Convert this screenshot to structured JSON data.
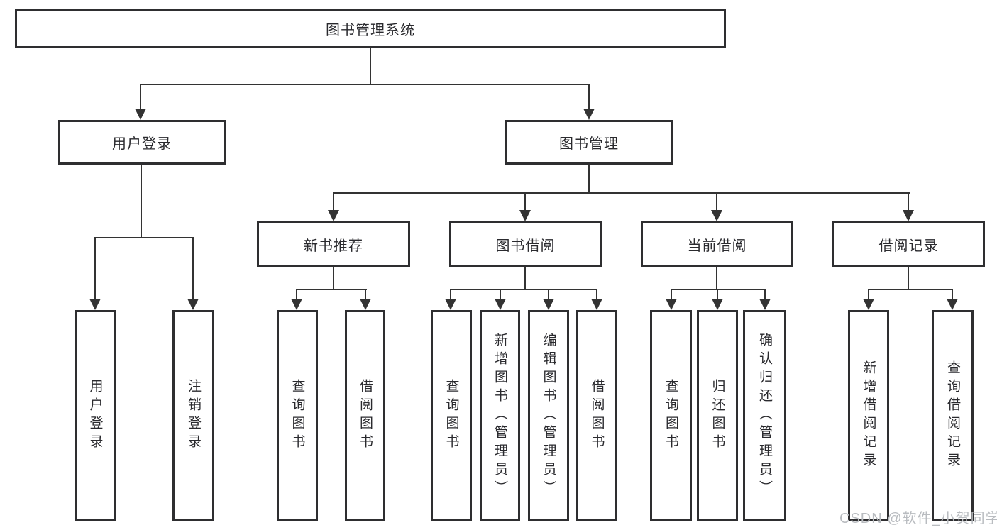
{
  "diagram": {
    "title": "图书管理系统",
    "watermark": "CSDN @软件_小贺同学",
    "colors": {
      "line": "#333333",
      "border": "#2e2e30",
      "text": "#2a2a2e",
      "watermark": "#b9bcc0",
      "background": "#ffffff"
    },
    "nodes": {
      "root": {
        "label": "图书管理系统"
      },
      "user_login": {
        "label": "用户登录"
      },
      "book_mgmt": {
        "label": "图书管理"
      },
      "new_books": {
        "label": "新书推荐"
      },
      "book_borrow": {
        "label": "图书借阅"
      },
      "current_borrow": {
        "label": "当前借阅"
      },
      "borrow_records": {
        "label": "借阅记录"
      },
      "leaves": {
        "login": {
          "label": "用户登录"
        },
        "logout": {
          "label": "注销登录"
        },
        "nb_query": {
          "label": "查询图书"
        },
        "nb_borrow": {
          "label": "借阅图书"
        },
        "bb_query": {
          "label": "查询图书"
        },
        "bb_add": {
          "label": "新增图书（管理员）"
        },
        "bb_edit": {
          "label": "编辑图书（管理员）"
        },
        "bb_borrow": {
          "label": "借阅图书"
        },
        "cb_query": {
          "label": "查询图书"
        },
        "cb_return": {
          "label": "归还图书"
        },
        "cb_confirm": {
          "label": "确认归还（管理员）"
        },
        "br_add": {
          "label": "新增借阅记录"
        },
        "br_query": {
          "label": "查询借阅记录"
        }
      }
    }
  }
}
